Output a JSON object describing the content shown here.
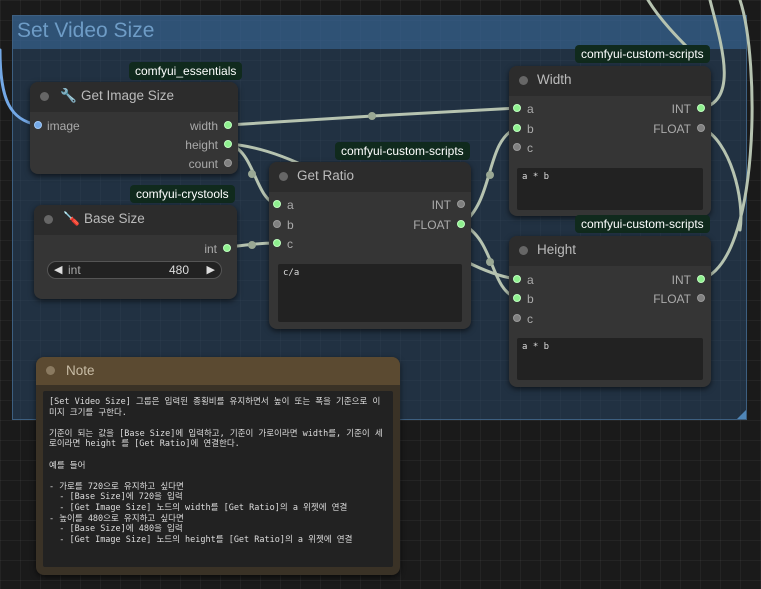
{
  "group": {
    "title": "Set Video Size"
  },
  "nodes": {
    "get_image_size": {
      "badge": "comfyui_essentials",
      "title": "Get Image Size",
      "inputs": [
        "image"
      ],
      "outputs": [
        "width",
        "height",
        "count"
      ]
    },
    "base_size": {
      "badge": "comfyui-crystools",
      "title": "Base Size",
      "outputs": [
        "int"
      ],
      "widget": {
        "label": "int",
        "value": "480"
      }
    },
    "get_ratio": {
      "badge": "comfyui-custom-scripts",
      "title": "Get Ratio",
      "inputs": [
        "a",
        "b",
        "c"
      ],
      "outputs": [
        "INT",
        "FLOAT"
      ],
      "expression": "c/a"
    },
    "width": {
      "badge": "comfyui-custom-scripts",
      "title": "Width",
      "inputs": [
        "a",
        "b",
        "c"
      ],
      "outputs": [
        "INT",
        "FLOAT"
      ],
      "expression": "a * b"
    },
    "height": {
      "badge": "comfyui-custom-scripts",
      "title": "Height",
      "inputs": [
        "a",
        "b",
        "c"
      ],
      "outputs": [
        "INT",
        "FLOAT"
      ],
      "expression": "a * b"
    }
  },
  "note": {
    "title": "Note",
    "text": "[Set Video Size] 그룹은 입력된 종횡비를 유지하면서 높이 또는 폭을 기준으로 이미지 크기를 구한다.\n\n기준이 되는 값을 [Base Size]에 입력하고, 기준이 가로이라면 width를, 기준이 세로이라면 height 를 [Get Ratio]에 연결한다.\n\n예를 들어\n\n- 가로를 720으로 유지하고 싶다면\n  - [Base Size]에 720을 입력\n  - [Get Image Size] 노드의 width를 [Get Ratio]의 a 위젯에 연결\n- 높이를 480으로 유지하고 싶다면\n  - [Base Size]에 480을 입력\n  - [Get Image Size] 노드의 height를 [Get Ratio]의 a 위젯에 연결"
  },
  "icons": {
    "get_image_size": "wrench-icon",
    "base_size": "screwdriver-icon",
    "widget_left": "triangle-left-icon",
    "widget_right": "triangle-right-icon"
  },
  "colors": {
    "group_fill": "#2f4f6e",
    "wire": "#b6c3b0",
    "slot_connected": "#8ef08e",
    "slot_image": "#73a8e6",
    "note_header": "#5b4a31",
    "badge_bg": "#102a1d"
  }
}
